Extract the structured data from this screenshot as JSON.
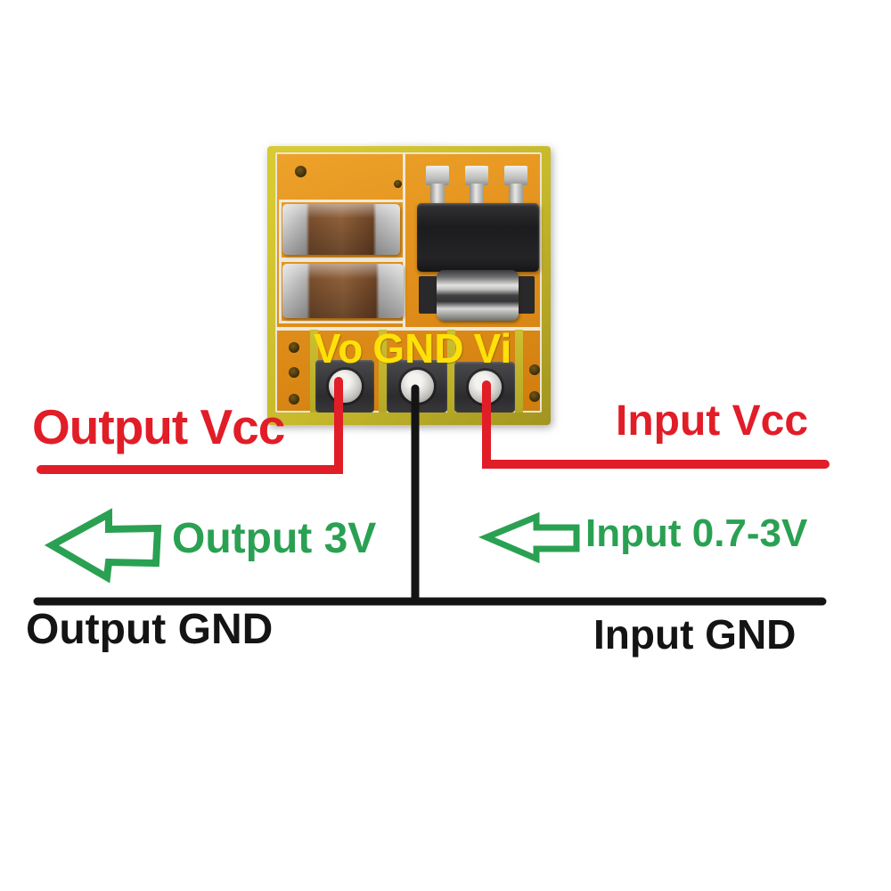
{
  "colors": {
    "annotation_red": "#e11d28",
    "annotation_green": "#2aa152",
    "annotation_black": "#141414",
    "pin_label_yellow": "#ffe10a",
    "pcb_orange": "#e2911c",
    "pcb_edge_yellow": "#c6b92b"
  },
  "pcb": {
    "pins": [
      {
        "label": "Vo"
      },
      {
        "label": "GND"
      },
      {
        "label": "Vi"
      }
    ]
  },
  "annotations": {
    "output_vcc_label": "Output Vcc",
    "input_vcc_label": "Input Vcc",
    "output_voltage_label": "Output 3V",
    "input_voltage_label": "Input 0.7-3V",
    "output_gnd_label": "Output GND",
    "input_gnd_label": "Input GND"
  }
}
